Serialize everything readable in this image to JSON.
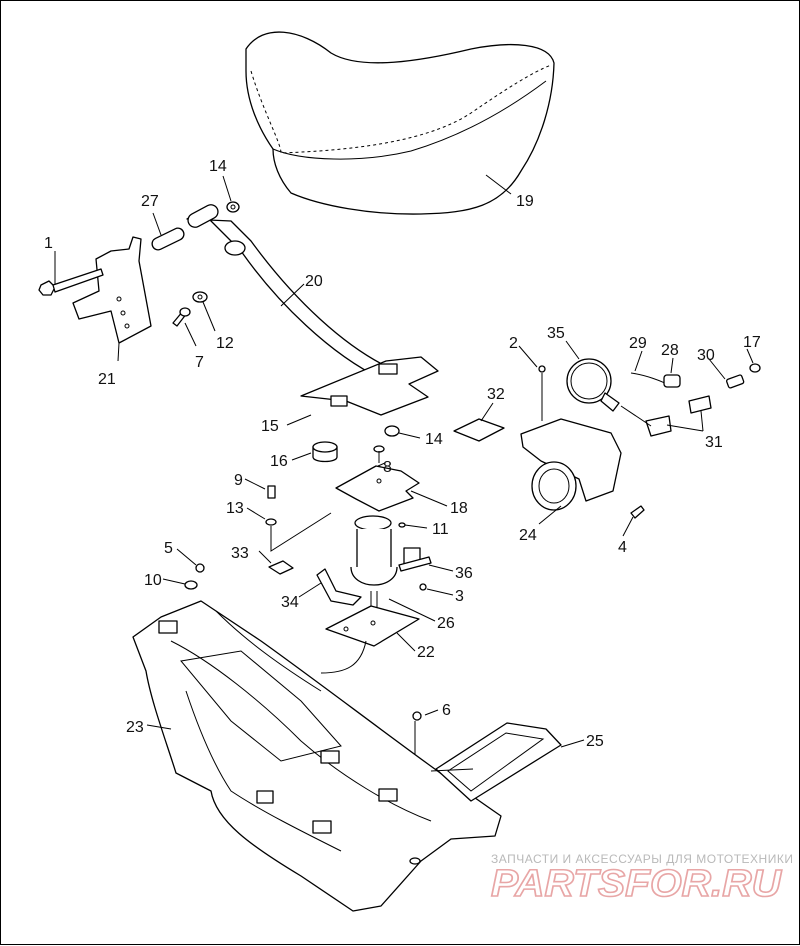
{
  "labels": {
    "l1": "1",
    "l2": "2",
    "l3": "3",
    "l4": "4",
    "l5": "5",
    "l6": "6",
    "l7": "7",
    "l8": "8",
    "l9": "9",
    "l10": "10",
    "l11": "11",
    "l12": "12",
    "l13": "13",
    "l14a": "14",
    "l14b": "14",
    "l15": "15",
    "l16": "16",
    "l17": "17",
    "l18": "18",
    "l19": "19",
    "l20": "20",
    "l21": "21",
    "l22": "22",
    "l23": "23",
    "l24": "24",
    "l25": "25",
    "l26": "26",
    "l27": "27",
    "l28": "28",
    "l29": "29",
    "l30": "30",
    "l31": "31",
    "l32": "32",
    "l33": "33",
    "l34": "34",
    "l35": "35",
    "l36": "36"
  },
  "watermark": {
    "tagline": "ЗАПЧАСТИ И АКСЕССУАРЫ ДЛЯ МОТОТЕХНИКИ",
    "logo": "PARTSFOR.RU"
  }
}
